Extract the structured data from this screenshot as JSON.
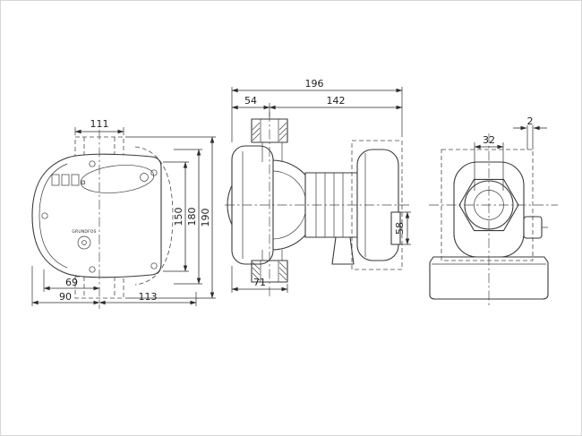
{
  "drawing": {
    "title": "pump-dimensional-drawing",
    "front_view": {
      "dim_top_width": "111",
      "dim_height_inner": "150",
      "dim_height_mid": "180",
      "dim_height_total": "190",
      "dim_bottom_inner": "69",
      "dim_bottom_left": "90",
      "dim_bottom_right": "113",
      "brand": "GRUNDFOS"
    },
    "side_view": {
      "dim_total_depth": "196",
      "dim_front_depth": "54",
      "dim_rear_depth": "142",
      "dim_port_height": "58",
      "dim_bottom_depth": "71"
    },
    "end_view": {
      "dim_gap": "2",
      "dim_bore": "32"
    }
  }
}
